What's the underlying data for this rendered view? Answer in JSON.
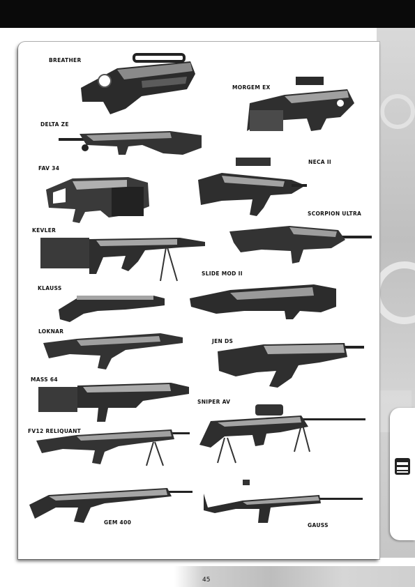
{
  "page": {
    "number": "45"
  },
  "weapons": {
    "breather": "BREATHER",
    "morgem_ex": "MORGEM EX",
    "delta_ze": "DELTA ZE",
    "neca_ii": "NECA II",
    "fav_34": "FAV 34",
    "scorpion_ultra": "SCORPION ULTRA",
    "kevler": "KEVLER",
    "slide_mod_ii": "SLIDE MOD II",
    "klauss": "KLAUSS",
    "loknar": "LOKNAR",
    "jen_ds": "JEN DS",
    "mass_64": "MASS 64",
    "sniper_av": "SNIPER AV",
    "fv12_reliquant": "FV12 RELIQUANT",
    "gem_400": "GEM 400",
    "gauss": "GAUSS"
  },
  "colors": {
    "ink": "#111111",
    "metal_dark": "#2a2a2a",
    "metal_mid": "#6a6a6a",
    "metal_light": "#b8b8b8"
  }
}
